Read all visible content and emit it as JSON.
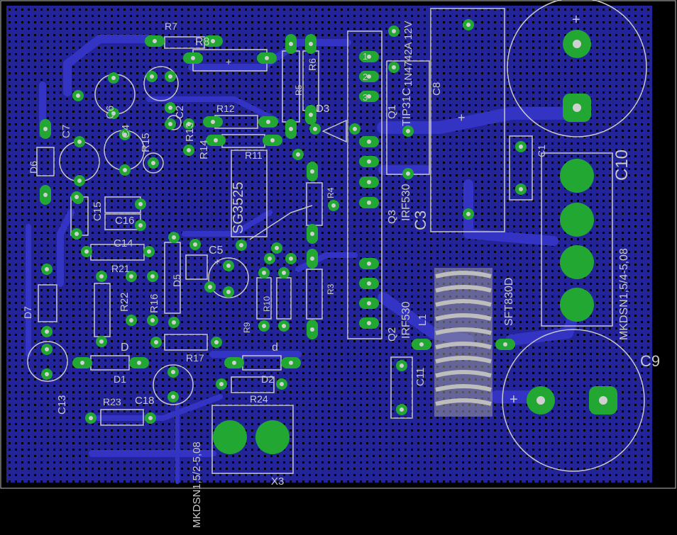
{
  "board": {
    "background_color": "#000000",
    "ground_fill_color": "#24249a",
    "trace_color": "#3434c4",
    "pad_color": "#22a832",
    "hole_color": "#d0d0d0",
    "silkscreen_color": "#c8c8c8"
  },
  "labels": {
    "r7": "R7",
    "r8": "R8",
    "r6": "R6",
    "r5": "R5",
    "r12": "R12",
    "r13": "R13",
    "r14": "R14",
    "r15": "R15",
    "r11": "R11",
    "r4": "R4",
    "r3": "R3",
    "r9": "R9",
    "r10": "R10",
    "r16": "R16",
    "r17": "R17",
    "r21": "R21",
    "r22": "R22",
    "r23": "R23",
    "r24": "R24",
    "c2": "C2",
    "c4": "C4",
    "c6": "C6",
    "c7": "C7",
    "c5": "C5",
    "c8": "C8",
    "c3": "C3",
    "c1": "C1",
    "c9": "C9",
    "c10": "C10",
    "c11": "C11",
    "c13": "C13",
    "c14": "C14",
    "c15": "C15",
    "c16": "C16",
    "c18": "C18",
    "d1": "D1",
    "d1_mark": "D",
    "d2": "D2",
    "d2_mark": "d",
    "d3": "D3",
    "d5": "D5",
    "d6": "D6",
    "d7": "D7",
    "q1": "Q1",
    "q2": "Q2",
    "q3": "Q3",
    "tip31c": "TIP31C",
    "irf530_q3": "IRF530",
    "irf530_q2": "IRF530",
    "zener": "1N4742A 12V",
    "l1": "L1",
    "sft830d": "SFT830D",
    "x3": "X3",
    "mkds_x3": "MKDSN1,5/2-5,08",
    "mkds_right": "MKDSN1,5/4-5,08",
    "ic": "SG3525",
    "pin1": "1",
    "pin2": "2",
    "pin3": "3",
    "plus": "+"
  }
}
